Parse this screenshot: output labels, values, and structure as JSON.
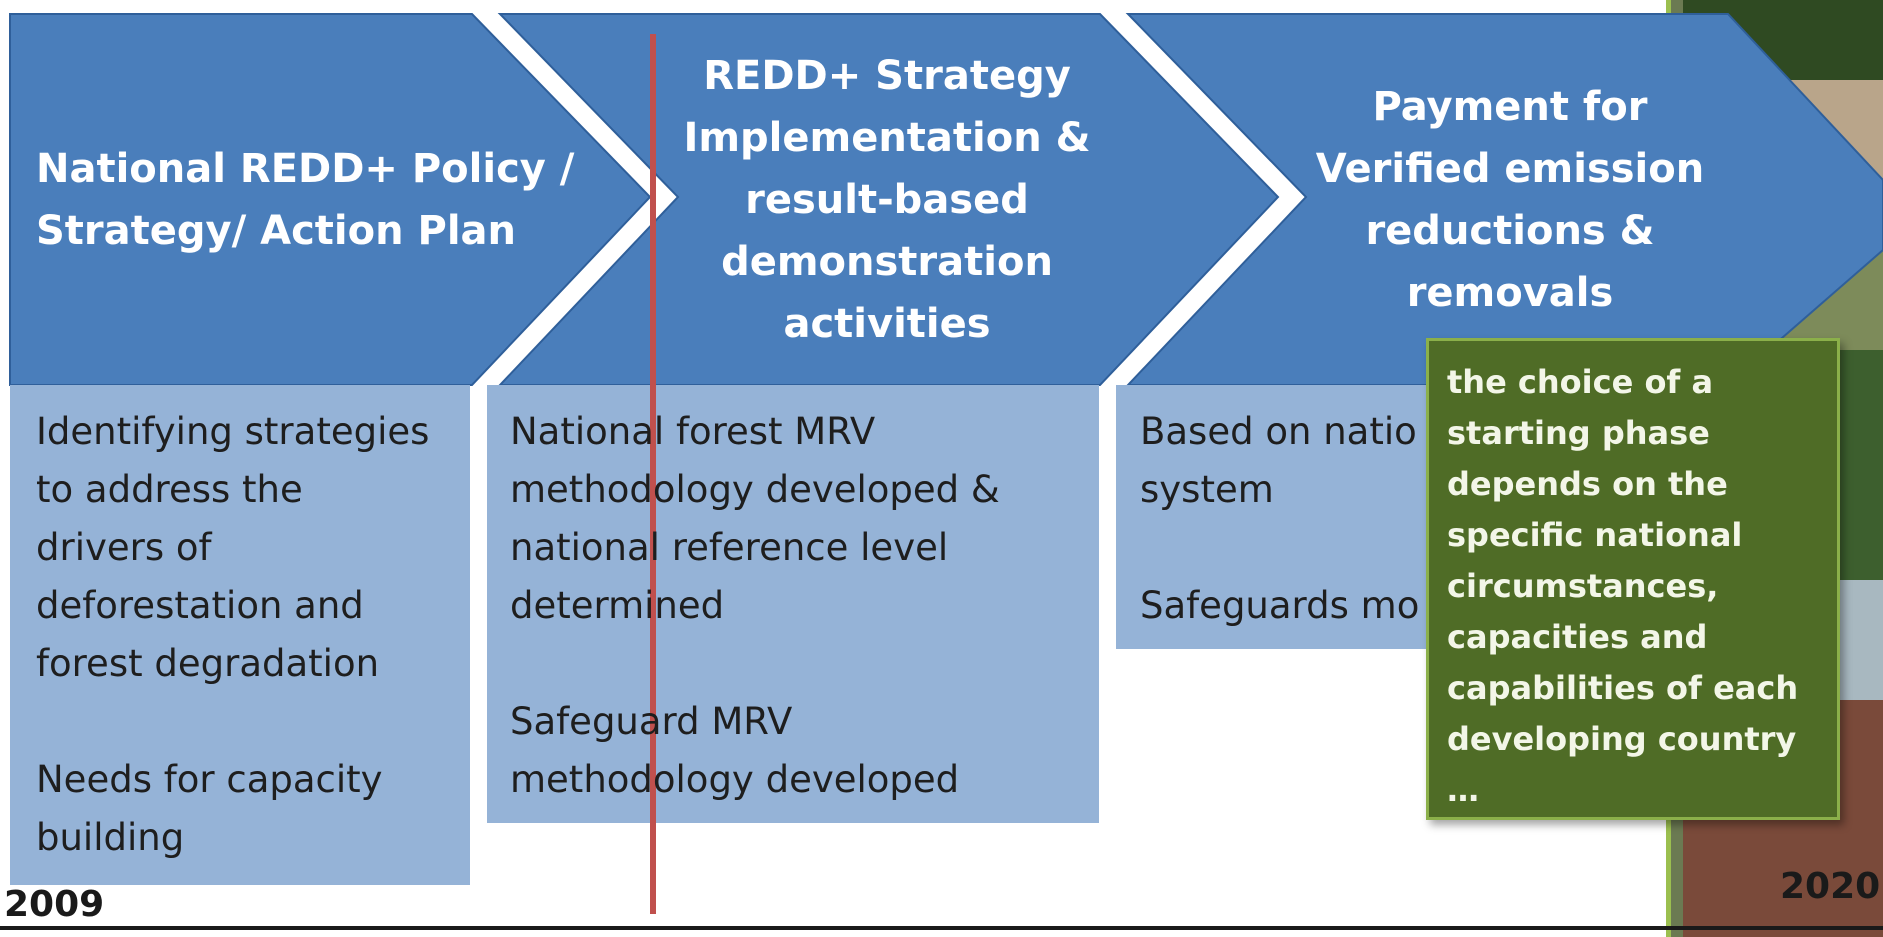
{
  "phases": [
    {
      "title": "National REDD+  Policy\n/ Strategy/ Action Plan",
      "body": "Identifying strategies\nto address the\ndrivers of\ndeforestation and\nforest degradation\n\nNeeds for capacity\nbuilding"
    },
    {
      "title": "REDD+ Strategy\nImplementation\n& result-based\ndemonstration\nactivities",
      "body": "National forest MRV\nmethodology developed &\nnational reference level\ndetermined\n\nSafeguard MRV\nmethodology developed"
    },
    {
      "title": "Payment for\nVerified\nemission\nreductions &\nremovals",
      "body": "Based on natio\nsystem\n\nSafeguards mo"
    }
  ],
  "note": "the choice of a\nstarting phase\ndepends on the\nspecific national\ncircumstances,\ncapacities and\ncapabilities of each\ndeveloping country\n…",
  "timeline": {
    "start_year": "2009",
    "end_year": "2020"
  },
  "colors": {
    "arrow_blue": "#4a7ebb",
    "panel_blue": "#95b3d7",
    "note_green": "#4f6c26",
    "marker_red": "#c0504d"
  }
}
